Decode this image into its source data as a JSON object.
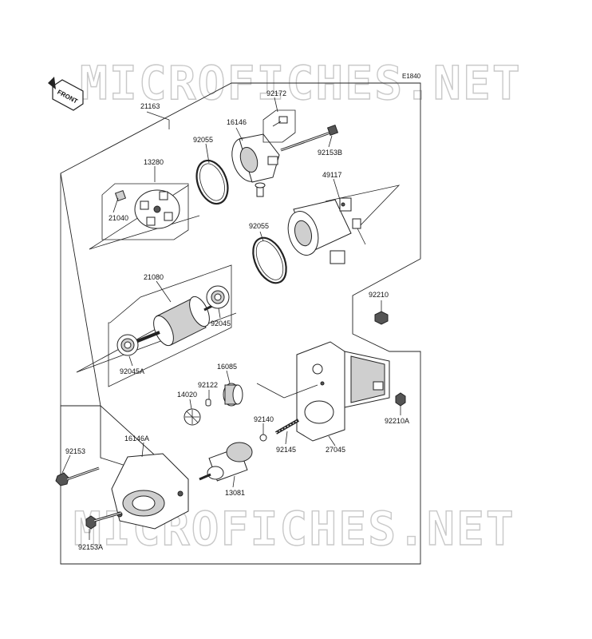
{
  "diagram_code": "E1840",
  "front_tag": "FRONT",
  "watermarks": [
    "MICROFICHES.NET",
    "MICROFICHES.NET"
  ],
  "parts": {
    "p21163": "21163",
    "p92172": "92172",
    "p16146": "16146",
    "p92055a": "92055",
    "p92153b": "92153B",
    "p13280": "13280",
    "p21040": "21040",
    "p49117": "49117",
    "p92055b": "92055",
    "p21080": "21080",
    "p92045": "92045",
    "p92045a": "92045A",
    "p92210": "92210",
    "p16085": "16085",
    "p92122": "92122",
    "p14020": "14020",
    "p92140": "92140",
    "p92210a": "92210A",
    "p92145": "92145",
    "p27045": "27045",
    "p92153": "92153",
    "p16146a": "16146A",
    "p13081": "13081",
    "p92153a": "92153A"
  },
  "colors": {
    "line": "#222222",
    "watermark": "#c9c9c9",
    "background": "#ffffff"
  }
}
